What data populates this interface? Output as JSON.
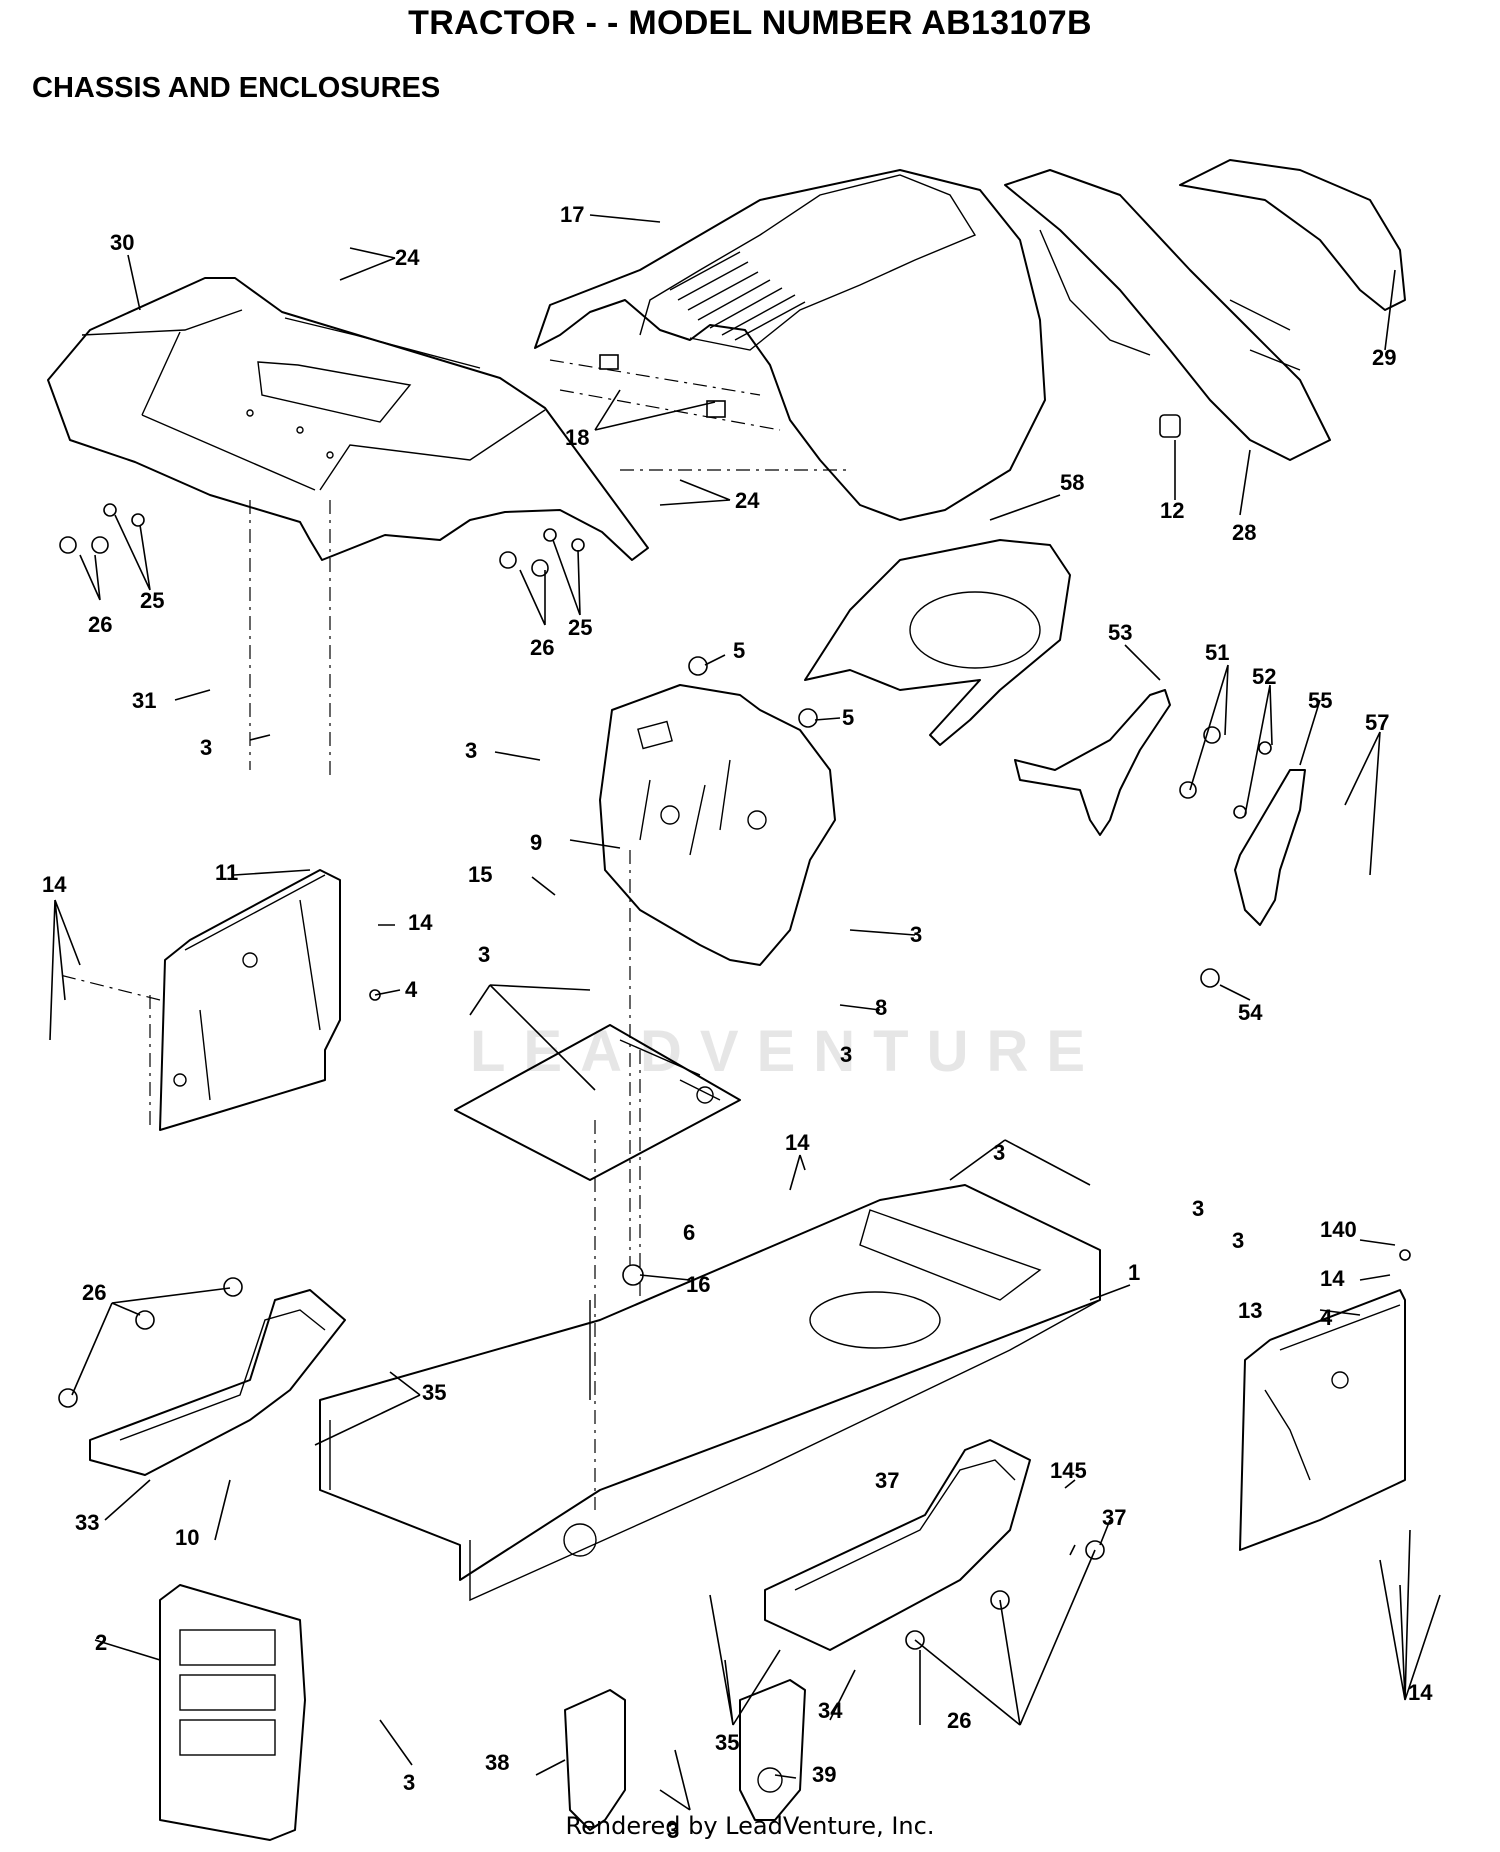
{
  "header": {
    "title": "TRACTOR - - MODEL NUMBER AB13107B",
    "subtitle": "CHASSIS AND ENCLOSURES"
  },
  "watermark": "LEADVENTURE",
  "footer": "Rendered by LeadVenture, Inc.",
  "callouts": [
    "30",
    "24",
    "17",
    "29",
    "18",
    "24",
    "12",
    "28",
    "58",
    "26",
    "25",
    "26",
    "25",
    "31",
    "3",
    "5",
    "5",
    "3",
    "53",
    "51",
    "52",
    "55",
    "57",
    "9",
    "11",
    "14",
    "15",
    "14",
    "3",
    "4",
    "54",
    "8",
    "3",
    "3",
    "14",
    "3",
    "140",
    "3",
    "14",
    "3",
    "4",
    "6",
    "16",
    "1",
    "26",
    "13",
    "35",
    "33",
    "10",
    "37",
    "145",
    "37",
    "2",
    "35",
    "34",
    "38",
    "3",
    "39",
    "3",
    "26",
    "14"
  ]
}
